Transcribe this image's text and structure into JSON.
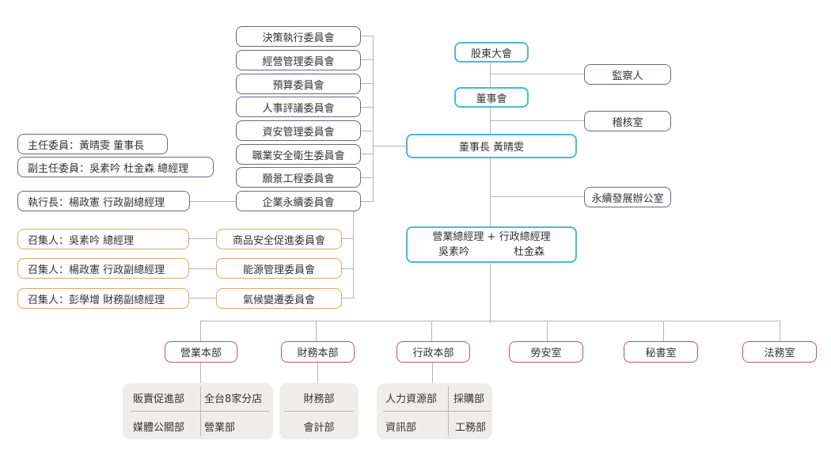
{
  "chart_title": "",
  "governance": {
    "shareholders": "股東大會",
    "supervisor": "監察人",
    "board": "董事會",
    "audit": "稽核室",
    "chairman": "董事長 黃晴雯",
    "sustainability_office": "永續發展辦公室",
    "general_managers": {
      "line1": "營業總經理 + 行政總經理",
      "name1": "吳素吟",
      "name2": "杜金森"
    }
  },
  "committees": [
    "決策執行委員會",
    "經營管理委員會",
    "預算委員會",
    "人事評議委員會",
    "資安管理委員會",
    "職業安全衛生委員會",
    "願景工程委員會",
    "企業永續委員會"
  ],
  "sustainability_members": {
    "chair": "主任委員：黃晴雯 董事長",
    "vice_chair": "副主任委員：吳素吟  杜金森 總經理",
    "ceo": "執行長：楊政憲 行政副總經理"
  },
  "sub_committees": [
    {
      "name": "商品安全促進委員會",
      "convener": "召集人：吳素吟 總經理"
    },
    {
      "name": "能源管理委員會",
      "convener": "召集人：楊政憲 行政副總經理"
    },
    {
      "name": "氣候變遷委員會",
      "convener": "召集人：彭學增 財務副總經理"
    }
  ],
  "divisions": [
    {
      "name": "營業本部"
    },
    {
      "name": "財務本部"
    },
    {
      "name": "行政本部"
    },
    {
      "name": "勞安室"
    },
    {
      "name": "秘書室"
    },
    {
      "name": "法務室"
    }
  ],
  "departments": {
    "sales": [
      "販賣促進部",
      "全台8家分店",
      "媒體公關部",
      "營業部"
    ],
    "finance": [
      "財務部",
      "會計部"
    ],
    "admin": [
      "人力資源部",
      "採購部",
      "資訊部",
      "工務部"
    ]
  },
  "colors": {
    "governance_border": "#4cb8dc",
    "committee_border": "#6e6488",
    "subcommittee_border": "#e6a46a",
    "division_border": "#c0507e",
    "department_bg": "#eeedeb",
    "connector": "#b5b5b5"
  }
}
